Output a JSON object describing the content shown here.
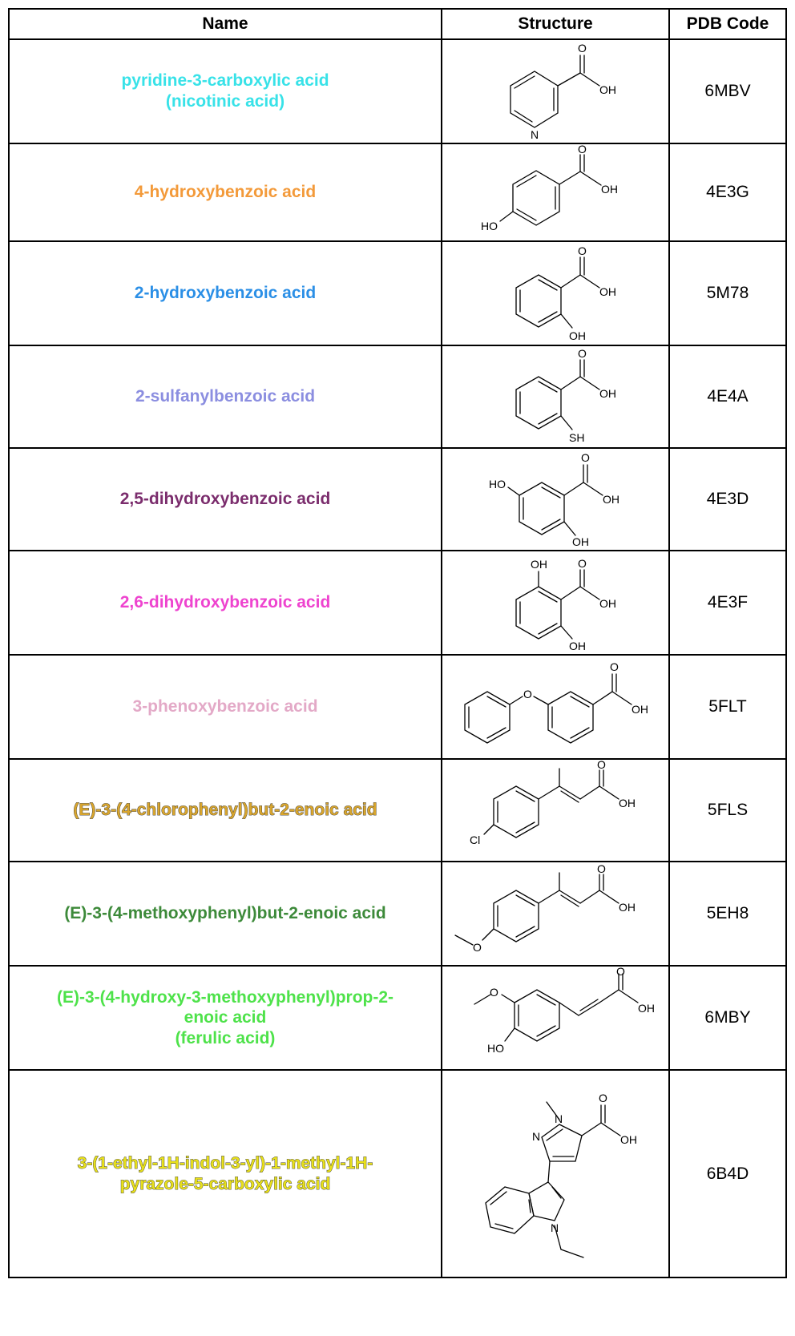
{
  "table": {
    "headers": {
      "name": "Name",
      "structure": "Structure",
      "pdb": "PDB Code"
    },
    "rows": [
      {
        "name_lines": [
          "pyridine-3-carboxylic acid",
          "(nicotinic acid)"
        ],
        "color": "#38e2e8",
        "pdb": "6MBV",
        "outlined": false,
        "atoms": [
          "O",
          "OH",
          "N"
        ]
      },
      {
        "name_lines": [
          "4-hydroxybenzoic acid"
        ],
        "color": "#f39a3a",
        "pdb": "4E3G",
        "outlined": false,
        "atoms": [
          "O",
          "OH",
          "HO"
        ]
      },
      {
        "name_lines": [
          "2-hydroxybenzoic acid"
        ],
        "color": "#2b8fe6",
        "pdb": "5M78",
        "outlined": false,
        "atoms": [
          "O",
          "OH",
          "OH"
        ]
      },
      {
        "name_lines": [
          "2-sulfanylbenzoic acid"
        ],
        "color": "#8b8ee0",
        "pdb": "4E4A",
        "outlined": false,
        "atoms": [
          "O",
          "OH",
          "SH"
        ]
      },
      {
        "name_lines": [
          "2,5-dihydroxybenzoic acid"
        ],
        "color": "#7b2d6d",
        "pdb": "4E3D",
        "outlined": false,
        "atoms": [
          "HO",
          "O",
          "OH",
          "OH"
        ]
      },
      {
        "name_lines": [
          "2,6-dihydroxybenzoic acid"
        ],
        "color": "#ee44cf",
        "pdb": "4E3F",
        "outlined": false,
        "atoms": [
          "OH",
          "O",
          "OH",
          "OH"
        ]
      },
      {
        "name_lines": [
          "3-phenoxybenzoic acid"
        ],
        "color": "#e3a9c7",
        "pdb": "5FLT",
        "outlined": false,
        "atoms": [
          "O",
          "O",
          "OH"
        ]
      },
      {
        "name_lines": [
          "(E)-3-(4-chlorophenyl)but-2-enoic acid"
        ],
        "color": "#d9a62e",
        "pdb": "5FLS",
        "outlined": true,
        "atoms": [
          "O",
          "OH",
          "Cl"
        ]
      },
      {
        "name_lines": [
          "(E)-3-(4-methoxyphenyl)but-2-enoic acid"
        ],
        "color": "#3d8a3a",
        "pdb": "5EH8",
        "outlined": false,
        "atoms": [
          "O",
          "OH",
          "O"
        ]
      },
      {
        "name_lines": [
          "(E)-3-(4-hydroxy-3-methoxyphenyl)prop-2-",
          "enoic acid",
          "(ferulic acid)"
        ],
        "color": "#4ee24a",
        "pdb": "6MBY",
        "outlined": false,
        "atoms": [
          "O",
          "O",
          "OH",
          "HO"
        ]
      },
      {
        "name_lines": [
          "3-(1-ethyl-1H-indol-3-yl)-1-methyl-1H-",
          "pyrazole-5-carboxylic acid"
        ],
        "color": "#e8e01c",
        "pdb": "6B4D",
        "outlined": true,
        "atoms": [
          "O",
          "N",
          "OH",
          "N",
          "N"
        ]
      }
    ]
  }
}
